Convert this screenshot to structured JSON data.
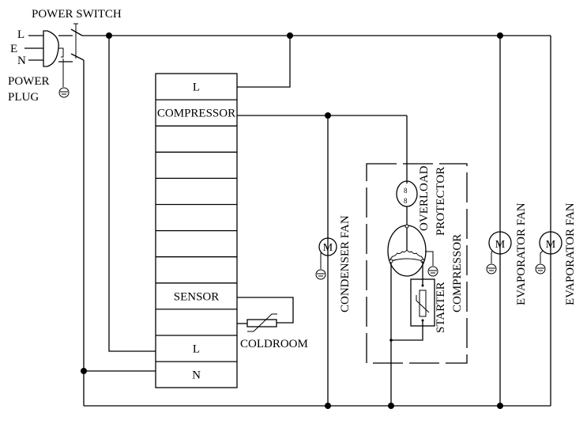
{
  "diagram": {
    "title": "Cold room controller wiring diagram",
    "power": {
      "switch_label": "POWER SWITCH",
      "plug_label_line1": "POWER",
      "plug_label_line2": "PLUG",
      "pins": [
        "L",
        "E",
        "N"
      ]
    },
    "terminal_block": {
      "rows": [
        "L",
        "COMPRESSOR",
        "",
        "",
        "",
        "",
        "",
        "",
        "SENSOR",
        "",
        "L",
        "N"
      ]
    },
    "sensor": {
      "label": "COLDROOM"
    },
    "condenser_fan": {
      "label": "CONDENSER FAN",
      "motor": "M"
    },
    "compressor_unit": {
      "overload_label_1": "OVERLOAD",
      "overload_label_2": "PROTECTOR",
      "compressor_label": "COMPRESSOR",
      "starter_label": "STARTER"
    },
    "evaporator_fans": [
      {
        "label": "EVAPORATOR FAN",
        "motor": "M"
      },
      {
        "label": "EVAPORATOR FAN",
        "motor": "M"
      }
    ]
  }
}
